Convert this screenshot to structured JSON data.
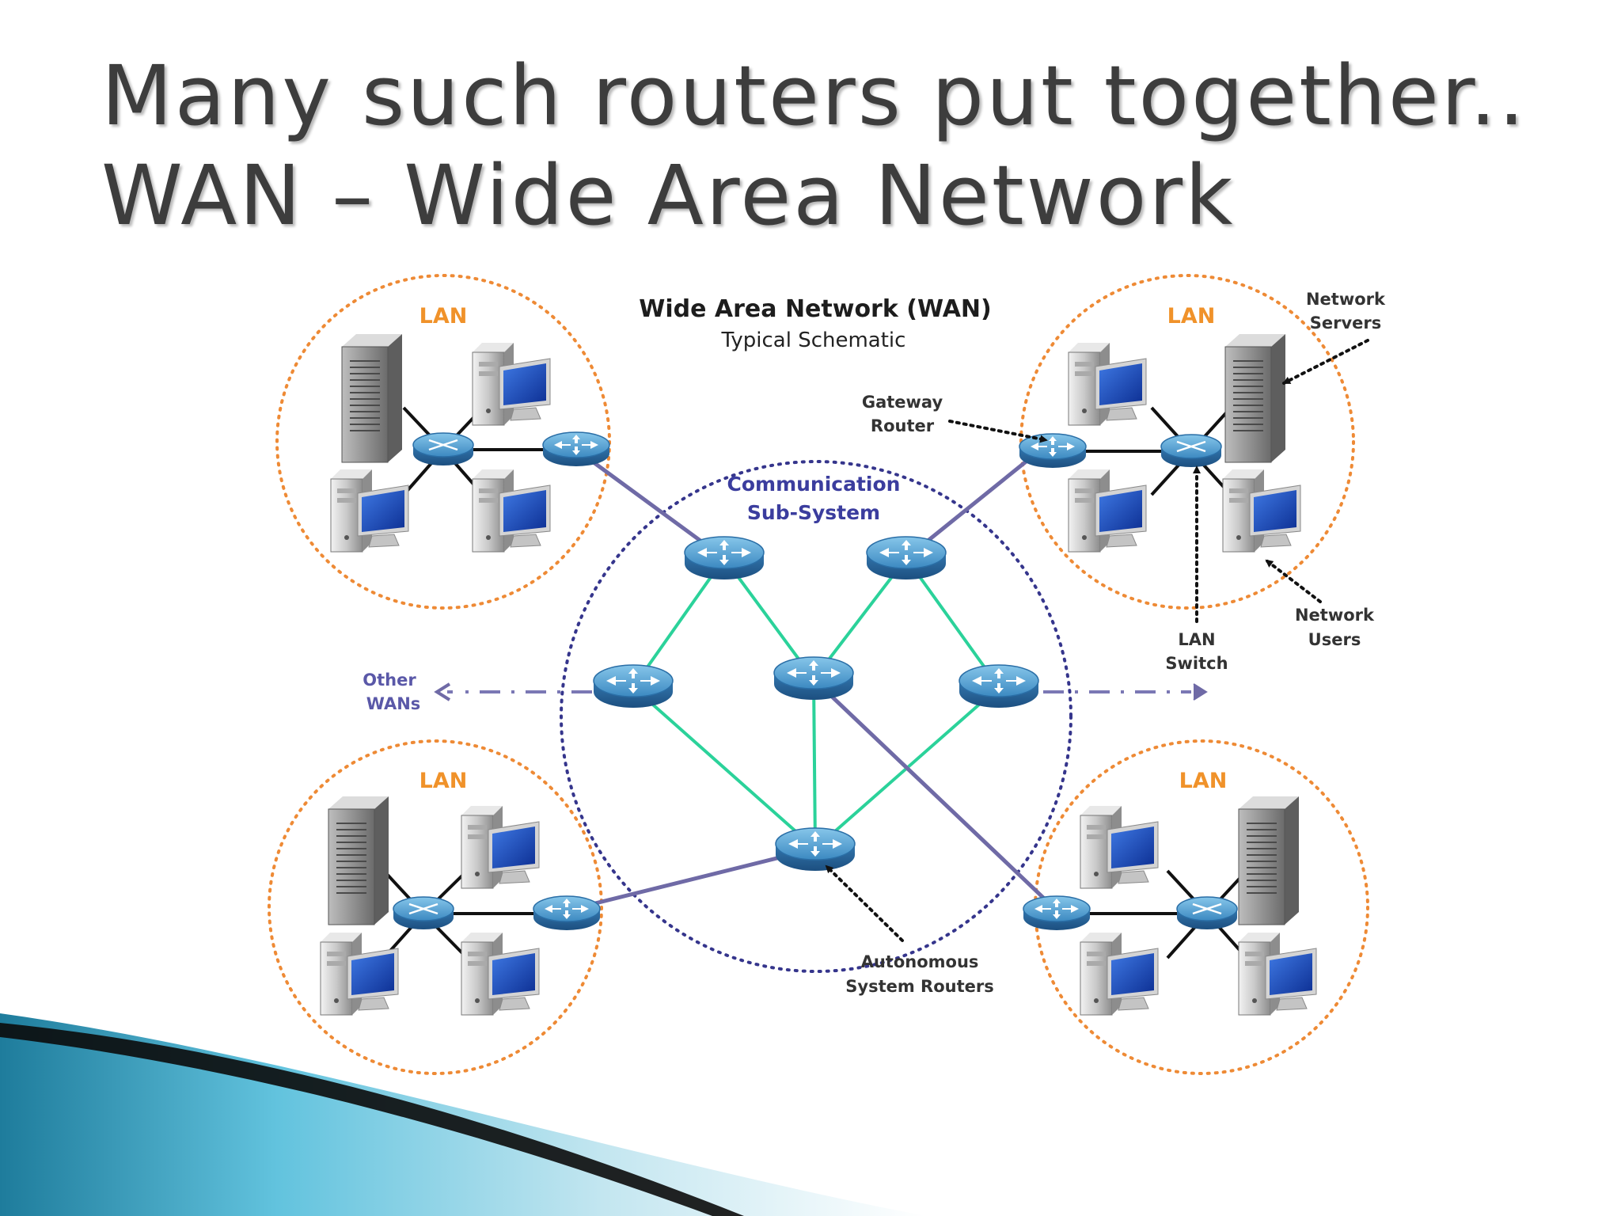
{
  "slide": {
    "title_line1": "Many such routers put together..",
    "title_line2": "WAN – Wide Area Network"
  },
  "diagram": {
    "title": "Wide Area Network (WAN)",
    "subtitle": "Typical Schematic",
    "lan_label": "LAN",
    "comm_line1": "Communication",
    "comm_line2": "Sub-System",
    "other_line1": "Other",
    "other_line2": "WANs",
    "gateway_line1": "Gateway",
    "gateway_line2": "Router",
    "servers_line1": "Network",
    "servers_line2": "Servers",
    "users_line1": "Network",
    "users_line2": "Users",
    "switch_line1": "LAN",
    "switch_line2": "Switch",
    "auto_line1": "Autonomous",
    "auto_line2": "System Routers"
  },
  "colors": {
    "lan_ring": "#ee8a35",
    "subsystem_ring": "#35358c",
    "core_link": "#2bd29a",
    "wan_link": "#6f6aa6",
    "router": "#3d8fc5",
    "monitor": "#1b4fc9"
  }
}
